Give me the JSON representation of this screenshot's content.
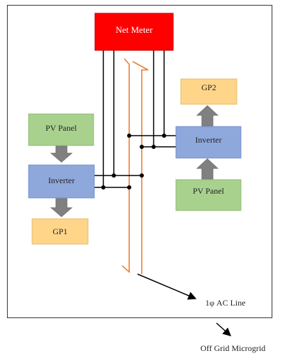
{
  "diagram": {
    "net_meter": {
      "label": "Net Meter",
      "color": "#ff0000"
    },
    "pv_panel_left": {
      "label": "PV Panel",
      "color": "#a9d18e"
    },
    "inverter_left": {
      "label": "Inverter",
      "color": "#8fa8dc"
    },
    "gp1": {
      "label": "GP1",
      "color": "#ffd58a"
    },
    "gp2": {
      "label": "GP2",
      "color": "#ffd58a"
    },
    "inverter_right": {
      "label": "Inverter",
      "color": "#8fa8dc"
    },
    "pv_panel_right": {
      "label": "PV Panel",
      "color": "#a9d18e"
    },
    "ac_line": {
      "label": "1φ AC Line",
      "color": "#ed7d31"
    },
    "microgrid": {
      "label": "Off Grid Microgrid"
    },
    "arrow_color": "#808080",
    "wire_color": "#000000"
  }
}
